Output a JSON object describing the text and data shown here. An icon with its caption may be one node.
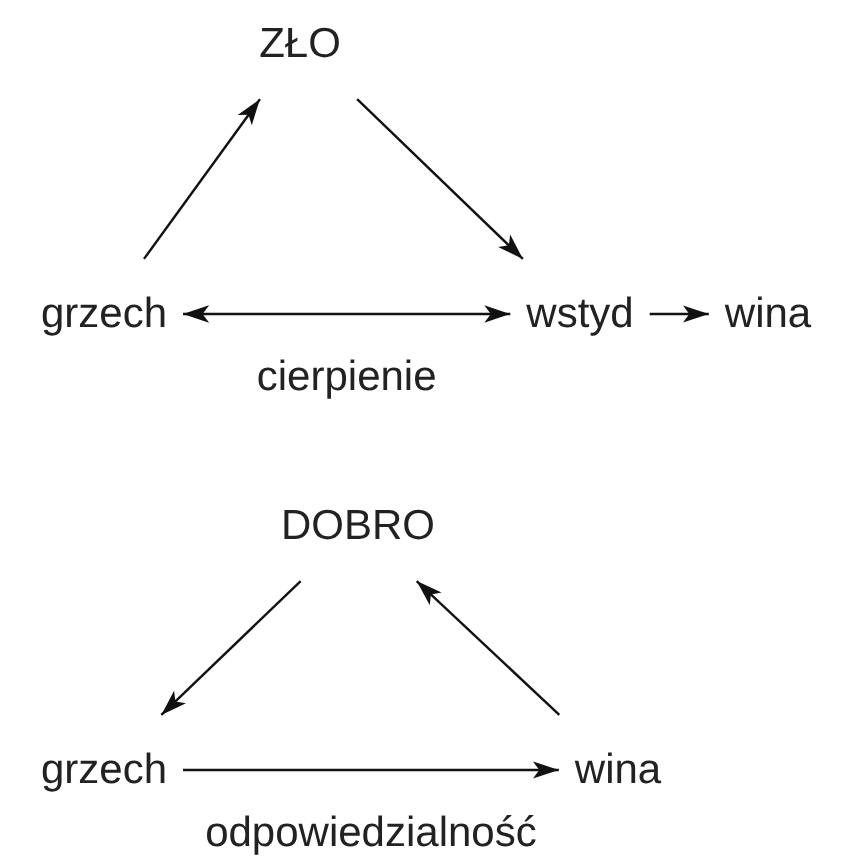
{
  "diagram": {
    "nodes": [
      {
        "text": [
          "ZŁO"
        ]
      },
      {
        "text": [
          "grzech"
        ]
      },
      {
        "text": [
          "wstyd"
        ]
      },
      {
        "text": [
          "wina"
        ]
      },
      {
        "text": [
          "DOBRO"
        ]
      },
      {
        "text": [
          "grzech"
        ]
      },
      {
        "text": [
          "wina"
        ]
      }
    ],
    "edges": [
      {
        "from": 1,
        "to": 0,
        "arrow": "to"
      },
      {
        "from": 0,
        "to": 2,
        "arrow": "to"
      },
      {
        "from": 1,
        "to": 2,
        "arrow": "both",
        "label": "cierpienie"
      },
      {
        "from": 2,
        "to": 3,
        "arrow": "to"
      },
      {
        "from": 4,
        "to": 5,
        "arrow": "to"
      },
      {
        "from": 6,
        "to": 4,
        "arrow": "to"
      },
      {
        "from": 5,
        "to": 6,
        "arrow": "to",
        "label": "odpowiedzialność"
      }
    ]
  }
}
